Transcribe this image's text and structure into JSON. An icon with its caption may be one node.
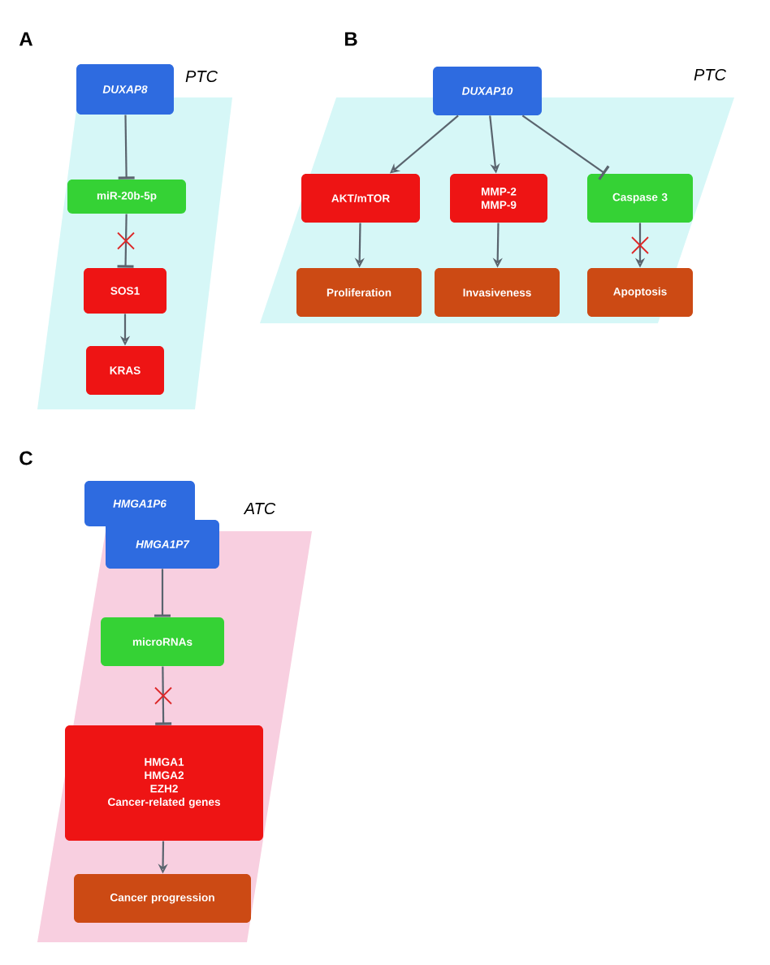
{
  "diagram": {
    "nodes": [
      {
        "text": [
          "PTC"
        ]
      },
      {
        "text": [
          "DUXAP8"
        ]
      },
      {
        "text": [
          "miR-20b-5p"
        ],
        "in": 0
      },
      {
        "text": [
          "SOS1"
        ],
        "in": 0
      },
      {
        "text": [
          "KRAS"
        ],
        "in": 0
      },
      {
        "text": [
          "PTC"
        ]
      },
      {
        "text": [
          "DUXAP10"
        ]
      },
      {
        "text": [
          "AKT/mTOR"
        ],
        "in": 5
      },
      {
        "text": [
          "MMP-2 MMP-9"
        ],
        "in": 5
      },
      {
        "text": [
          "Caspase 3"
        ],
        "in": 5
      },
      {
        "text": [
          "Proliferation"
        ],
        "in": 5
      },
      {
        "text": [
          "Invasiveness"
        ],
        "in": 5
      },
      {
        "text": [
          "Apoptosis"
        ],
        "in": 5
      },
      {
        "text": [
          "ATC"
        ]
      },
      {
        "text": [
          "HMGA1P6"
        ]
      },
      {
        "text": [
          "HMGA1P7"
        ]
      },
      {
        "text": [
          "microRNAs"
        ],
        "in": 13
      },
      {
        "text": [
          "HMGA1",
          "HMGA2",
          "EZH2",
          "Cancer-related genes"
        ],
        "in": 13
      },
      {
        "text": [
          "Cancer progression"
        ],
        "in": 13
      }
    ],
    "edges": [
      {
        "from": 1,
        "to": 2,
        "arrow": "other"
      },
      {
        "from": 2,
        "to": 3,
        "arrow": "other"
      },
      {
        "from": 3,
        "to": 4,
        "arrow": "to"
      },
      {
        "from": 6,
        "to": 7,
        "arrow": "to"
      },
      {
        "from": 6,
        "to": 8,
        "arrow": "to"
      },
      {
        "from": 6,
        "to": 9,
        "arrow": "other"
      },
      {
        "from": 7,
        "to": 10,
        "arrow": "to"
      },
      {
        "from": 8,
        "to": 11,
        "arrow": "to"
      },
      {
        "from": 9,
        "to": 12,
        "arrow": "to"
      },
      {
        "from": 15,
        "to": 16,
        "arrow": "other"
      },
      {
        "from": 16,
        "to": 17,
        "arrow": "other"
      },
      {
        "from": 17,
        "to": 18,
        "arrow": "to"
      }
    ],
    "labels": [
      "A",
      "B",
      "C"
    ]
  }
}
